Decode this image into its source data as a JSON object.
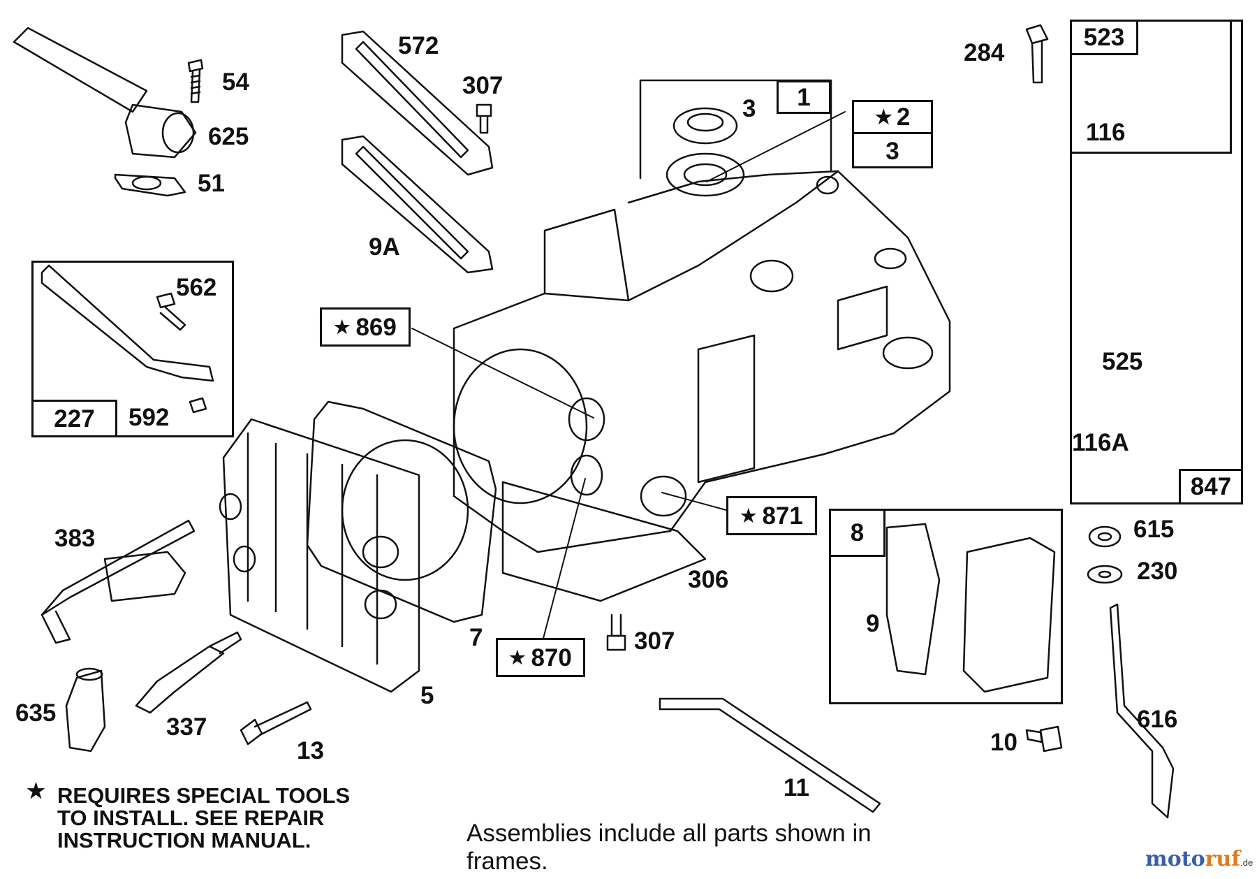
{
  "colors": {
    "ink": "#111111",
    "background": "#ffffff",
    "brand_blue": "#3a5fa8",
    "brand_orange": "#e07a1c",
    "brand_red": "#c2241c",
    "brand_green": "#2f8a3a"
  },
  "parts": {
    "p54": "54",
    "p625": "625",
    "p51": "51",
    "p572": "572",
    "p307a": "307",
    "p9a": "9A",
    "p3": "3",
    "p1": "1",
    "p2": "2",
    "p3b": "3",
    "p284": "284",
    "p523": "523",
    "p116": "116",
    "p525": "525",
    "p116a": "116A",
    "p847": "847",
    "p562": "562",
    "p227": "227",
    "p592": "592",
    "p869": "869",
    "p871": "871",
    "p870": "870",
    "p383": "383",
    "p306": "306",
    "p7": "7",
    "p307b": "307",
    "p5": "5",
    "p635": "635",
    "p337": "337",
    "p13": "13",
    "p11": "11",
    "p10": "10",
    "p8": "8",
    "p9": "9",
    "p615": "615",
    "p230": "230",
    "p616": "616"
  },
  "star_glyph": "★",
  "footnote": "REQUIRES SPECIAL TOOLS\nTO INSTALL.  SEE REPAIR\nINSTRUCTION MANUAL.",
  "caption": "Assemblies include all parts shown in frames.",
  "brand": {
    "name_part1": "moto",
    "name_part2": "ruf",
    "tld": ".de"
  }
}
